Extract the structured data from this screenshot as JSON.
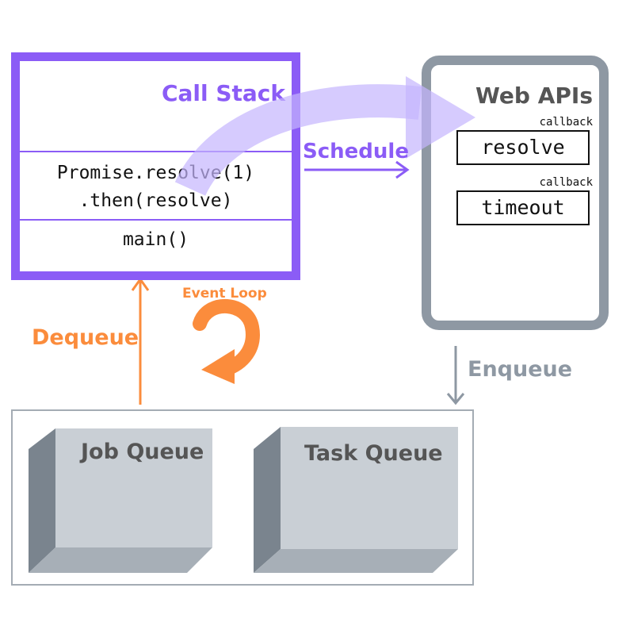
{
  "call_stack": {
    "title": "Call Stack",
    "frames": [
      {
        "lines": [
          "Promise.resolve(1)",
          ".then(resolve)"
        ]
      },
      {
        "lines": [
          "main()"
        ]
      }
    ]
  },
  "web_apis": {
    "title": "Web APIs",
    "callbacks": [
      {
        "label": "callback",
        "name": "resolve"
      },
      {
        "label": "callback",
        "name": "timeout"
      }
    ]
  },
  "arrows": {
    "schedule": "Schedule",
    "enqueue": "Enqueue",
    "dequeue": "Dequeue",
    "event_loop": "Event Loop"
  },
  "queues": {
    "job_queue": "Job Queue",
    "task_queue": "Task Queue"
  },
  "colors": {
    "call_stack": "#8b5cf6",
    "highlight": "#c4b5fd",
    "web_apis": "#8e98a3",
    "event_loop": "#fb8c3c",
    "queue_front": "#c9cfd5",
    "queue_side": "#7a848e",
    "queue_bottom": "#a7afb7"
  }
}
